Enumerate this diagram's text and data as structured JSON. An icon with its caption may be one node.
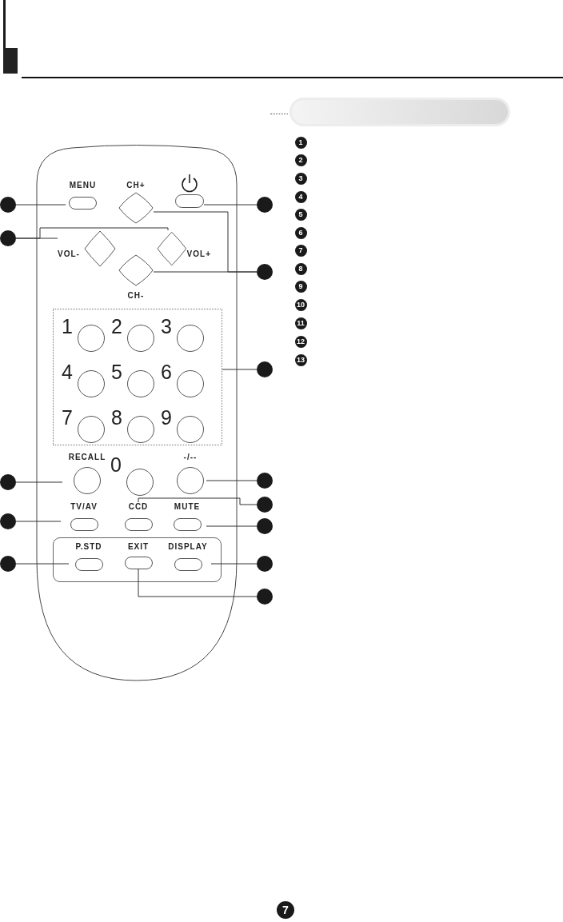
{
  "diagram": {
    "nodes": [
      {
        "text": [],
        "shape": "box"
      },
      {
        "text": [
          "MENU"
        ],
        "in": 0
      },
      {
        "text": [
          "CH+"
        ],
        "in": 0
      },
      {
        "text": [],
        "shape": "button",
        "in": 0
      },
      {
        "text": [
          "VOL-"
        ],
        "in": 0
      },
      {
        "text": [
          "VOL+"
        ],
        "in": 0
      },
      {
        "text": [
          "CH-"
        ],
        "in": 0
      },
      {
        "text": [],
        "shape": "box",
        "in": 0
      },
      {
        "text": [
          "1"
        ],
        "in": 7
      },
      {
        "text": [
          "2"
        ],
        "in": 7
      },
      {
        "text": [
          "3"
        ],
        "in": 7
      },
      {
        "text": [
          "4"
        ],
        "in": 7
      },
      {
        "text": [
          "5"
        ],
        "in": 7
      },
      {
        "text": [
          "6"
        ],
        "in": 7
      },
      {
        "text": [
          "7"
        ],
        "in": 7
      },
      {
        "text": [
          "8"
        ],
        "in": 7
      },
      {
        "text": [
          "9"
        ],
        "in": 7
      },
      {
        "text": [
          "RECALL"
        ],
        "in": 0
      },
      {
        "text": [
          "0"
        ],
        "in": 0
      },
      {
        "text": [
          "-/--"
        ],
        "in": 0
      },
      {
        "text": [
          "TV/AV"
        ],
        "in": 0
      },
      {
        "text": [
          "CCD"
        ],
        "in": 0
      },
      {
        "text": [
          "MUTE"
        ],
        "in": 0
      },
      {
        "text": [],
        "shape": "box",
        "in": 0
      },
      {
        "text": [
          "P.STD"
        ],
        "in": 23
      },
      {
        "text": [
          "EXIT"
        ],
        "in": 23
      },
      {
        "text": [
          "DISPLAY"
        ],
        "in": 23
      },
      {
        "text": [],
        "shape": "circle"
      },
      {
        "text": [],
        "shape": "circle"
      },
      {
        "text": [],
        "shape": "circle"
      },
      {
        "text": [],
        "shape": "circle"
      },
      {
        "text": [],
        "shape": "circle"
      },
      {
        "text": [],
        "shape": "circle"
      },
      {
        "text": [],
        "shape": "circle"
      },
      {
        "text": [],
        "shape": "circle"
      },
      {
        "text": [],
        "shape": "circle"
      },
      {
        "text": [],
        "shape": "circle"
      },
      {
        "text": [],
        "shape": "circle"
      },
      {
        "text": [],
        "shape": "circle"
      },
      {
        "text": [],
        "shape": "circle"
      },
      {
        "text": [],
        "shape": "bar"
      },
      {
        "text": [
          "7"
        ]
      }
    ],
    "edges": [
      {
        "from": 27,
        "to": 1,
        "arrow": "none"
      },
      {
        "from": 28,
        "to": 3,
        "arrow": "none"
      },
      {
        "from": 29,
        "to": 4,
        "arrow": "none"
      },
      {
        "from": 29,
        "to": 5,
        "arrow": "none"
      },
      {
        "from": 30,
        "to": 2,
        "arrow": "none"
      },
      {
        "from": 30,
        "to": 6,
        "arrow": "none"
      },
      {
        "from": 31,
        "to": 7,
        "arrow": "none"
      },
      {
        "from": 32,
        "to": 17,
        "arrow": "none"
      },
      {
        "from": 33,
        "to": 19,
        "arrow": "none"
      },
      {
        "from": 34,
        "to": 21,
        "arrow": "none"
      },
      {
        "from": 35,
        "to": 20,
        "arrow": "none"
      },
      {
        "from": 36,
        "to": 22,
        "arrow": "none"
      },
      {
        "from": 37,
        "to": 24,
        "arrow": "none"
      },
      {
        "from": 38,
        "to": 26,
        "arrow": "none"
      },
      {
        "from": 39,
        "to": 25,
        "arrow": "none"
      }
    ],
    "labels": [
      "1",
      "2",
      "3",
      "4",
      "5",
      "6",
      "7",
      "8",
      "9",
      "10",
      "11",
      "12",
      "13"
    ]
  }
}
